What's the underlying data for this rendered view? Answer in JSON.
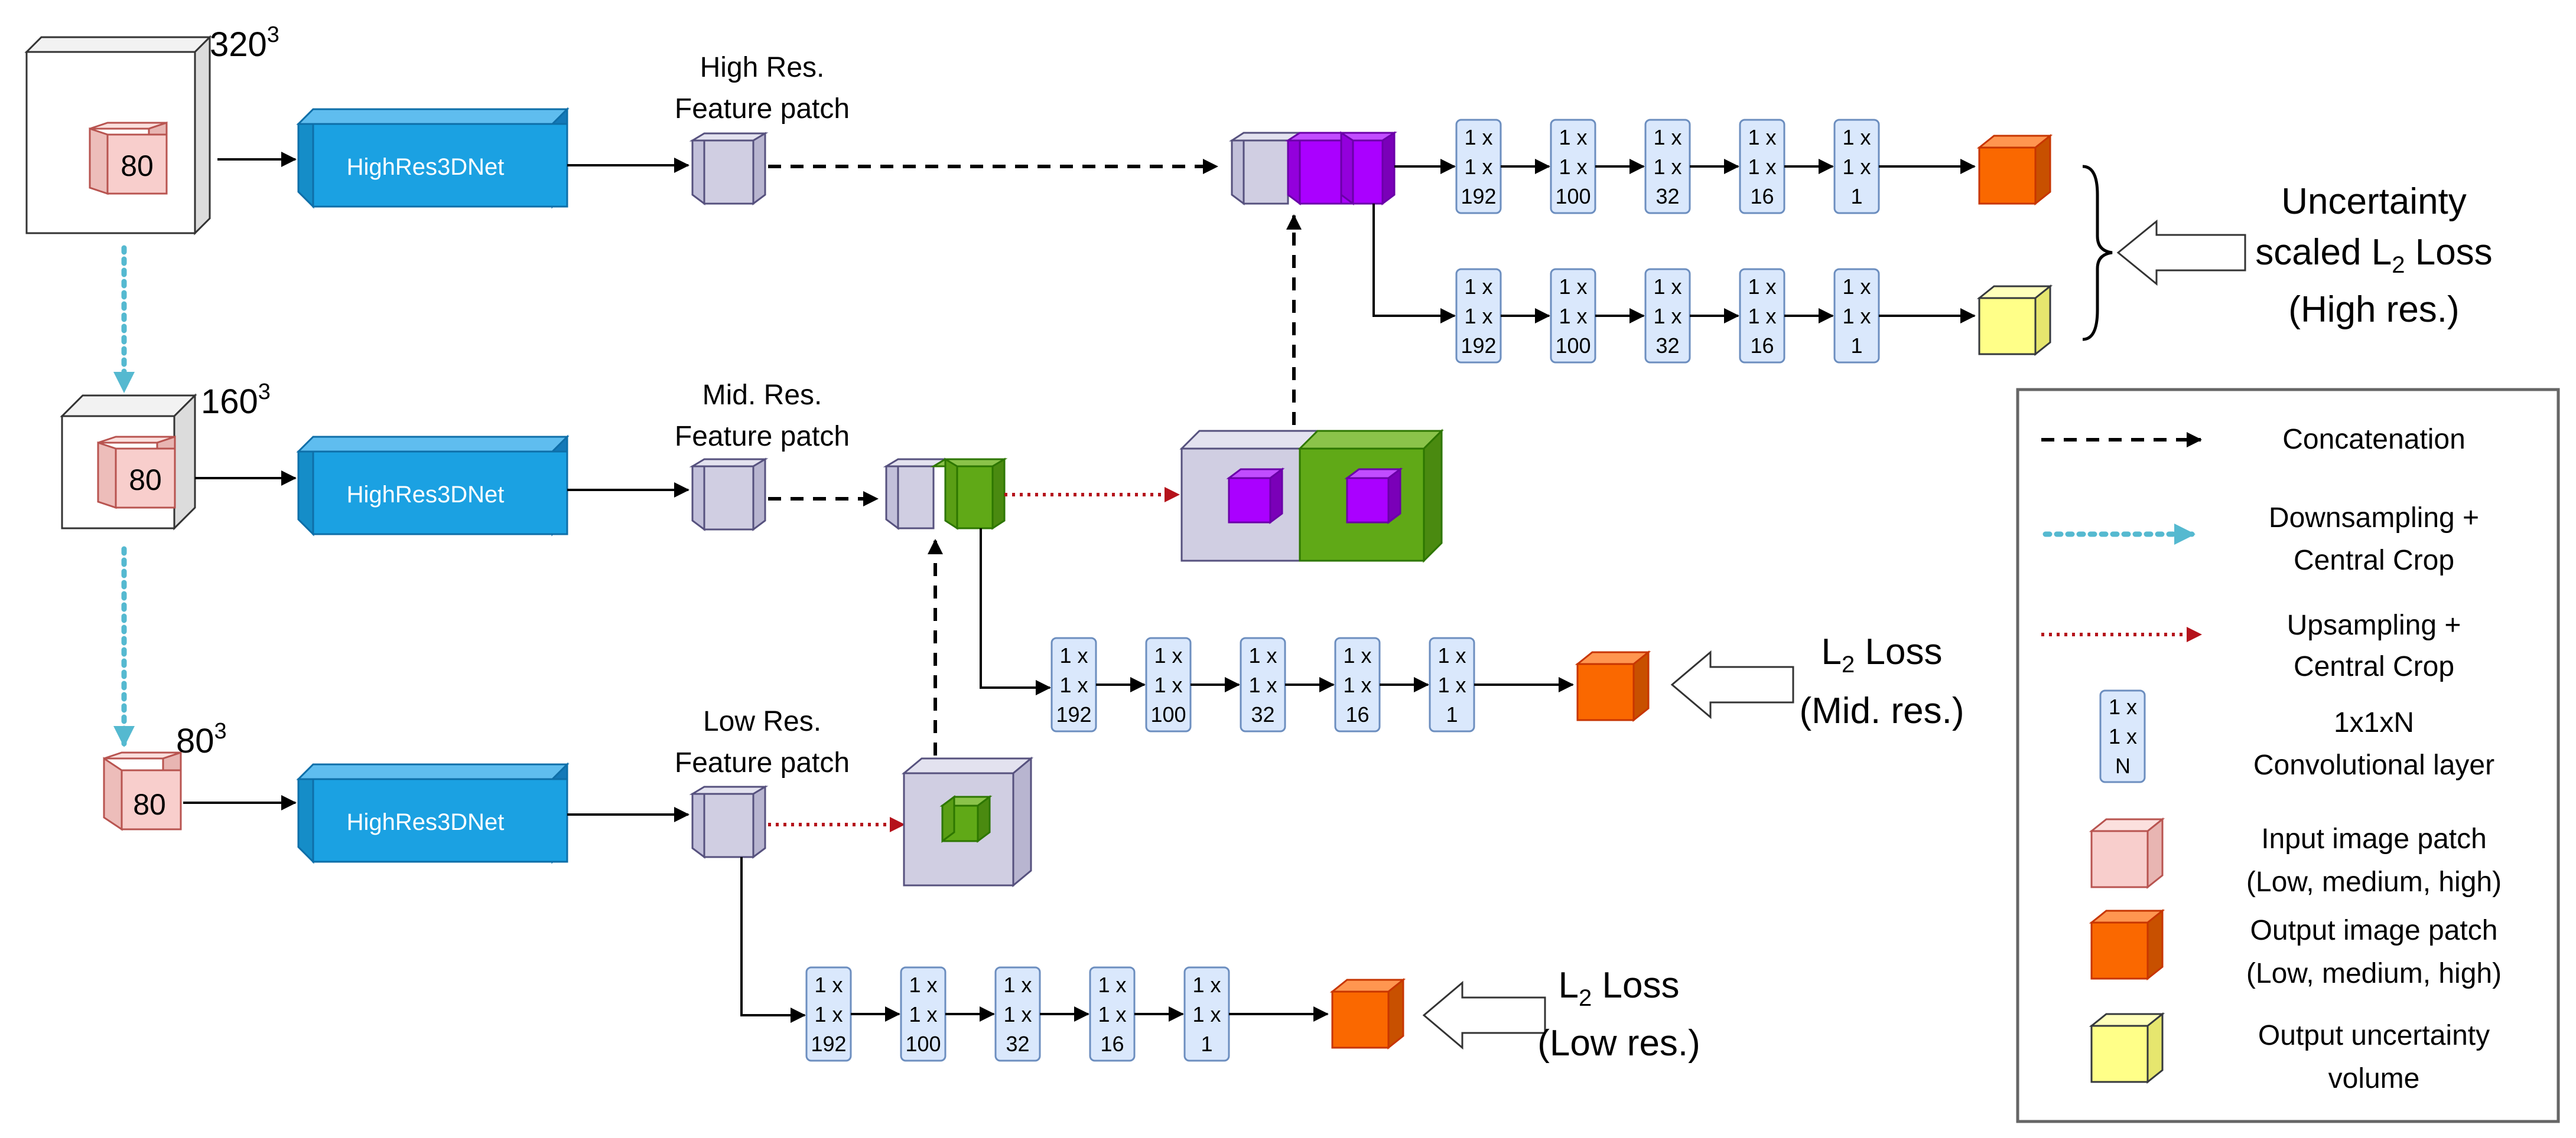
{
  "colors": {
    "input_patch": "#f8cecc",
    "net_blue": "#1ba1e2",
    "feature_gray": "#d0cee2",
    "green": "#60a917",
    "purple": "#aa00ff",
    "output_orange": "#fa6800",
    "uncertainty_yellow": "#ffff88",
    "conv_fill": "#dae8fc"
  },
  "volumes": {
    "high": {
      "size_label": "320",
      "exp": "3",
      "patch_label": "80"
    },
    "mid": {
      "size_label": "160",
      "exp": "3",
      "patch_label": "80"
    },
    "low": {
      "size_label": "80",
      "exp": "3",
      "patch_label": "80"
    }
  },
  "networks": {
    "high": "HighRes3DNet",
    "mid": "HighRes3DNet",
    "low": "HighRes3DNet"
  },
  "feature_patches": {
    "high": [
      "High Res.",
      "Feature patch"
    ],
    "mid": [
      "Mid. Res.",
      "Feature patch"
    ],
    "low": [
      "Low Res.",
      "Feature patch"
    ]
  },
  "conv_layers": [
    "192",
    "100",
    "32",
    "16",
    "1"
  ],
  "conv_prefix": "1 x",
  "losses": {
    "high": {
      "line1": "Uncertainty",
      "line2_pre": "scaled L",
      "line2_sub": "2",
      "line2_post": " Loss",
      "line3": "(High res.)"
    },
    "mid": {
      "pre": "L",
      "sub": "2",
      "post": " Loss",
      "line2": "(Mid. res.)"
    },
    "low": {
      "pre": "L",
      "sub": "2",
      "post": " Loss",
      "line2": "(Low res.)"
    }
  },
  "legend": {
    "concatenation": "Concatenation",
    "downsampling": [
      "Downsampling +",
      "Central Crop"
    ],
    "upsampling": [
      "Upsampling +",
      "Central Crop"
    ],
    "conv_icon": [
      "1 x",
      "1 x",
      "N"
    ],
    "conv": [
      "1x1xN",
      "Convolutional layer"
    ],
    "input": [
      "Input image patch",
      "(Low, medium, high)"
    ],
    "output": [
      "Output image patch",
      "(Low, medium, high)"
    ],
    "uncertainty": [
      "Output uncertainty",
      "volume"
    ]
  }
}
